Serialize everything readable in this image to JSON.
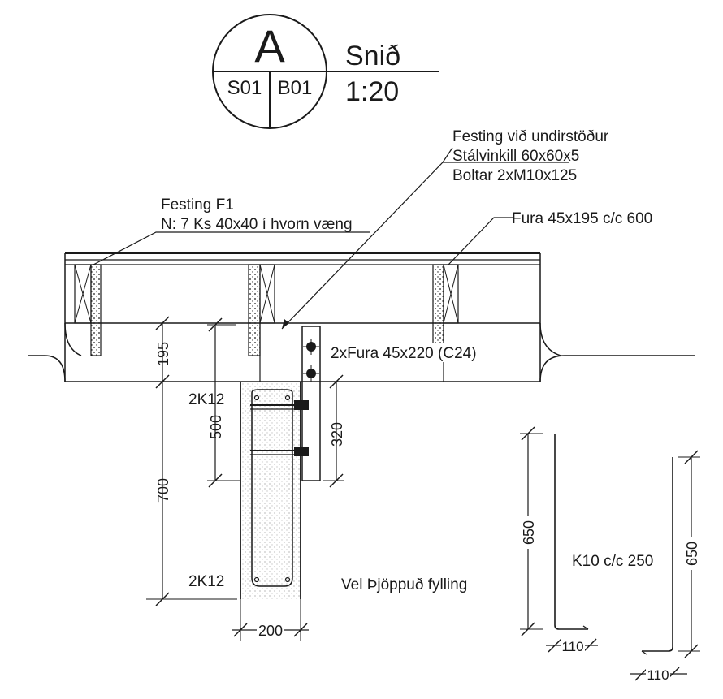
{
  "title_block": {
    "section_letter": "A",
    "sheet_ref_left": "S01",
    "sheet_ref_right": "B01",
    "title": "Snið",
    "scale": "1:20"
  },
  "callouts": {
    "anchor_line1": "Festing við undirstöður",
    "anchor_line2": "Stálvinkill 60x60x5",
    "anchor_line3": "Boltar 2xM10x125",
    "f1_line1": "Festing F1",
    "f1_line2": "N: 7 Ks 40x40 í hvorn væng",
    "joist": "Fura 45x195 c/c 600",
    "beam": "2xFura 45x220 (C24)",
    "rebar_top": "2K12",
    "rebar_bottom": "2K12",
    "fill": "Vel Þjöppuð fylling",
    "stirrup": "K10 c/c 250"
  },
  "dimensions": {
    "joist_depth": "195",
    "anchor_zone": "500",
    "angle_length": "320",
    "footing_depth": "700",
    "footing_width": "200",
    "bar_a_length": "650",
    "bar_a_hook": "110",
    "bar_b_length": "650",
    "bar_b_hook": "110"
  }
}
